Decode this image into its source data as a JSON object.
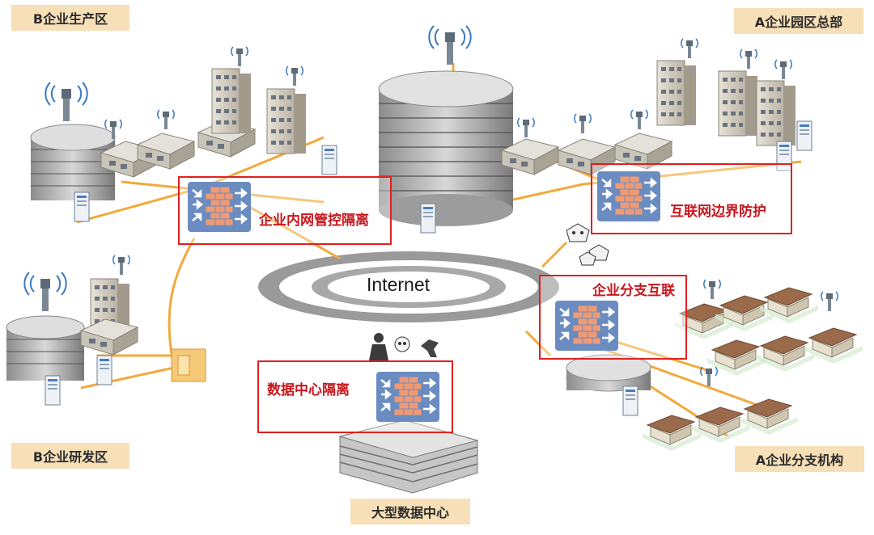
{
  "zones": {
    "b_production": "B企业生产区",
    "a_headquarters": "A企业园区总部",
    "b_rnd": "B企业研发区",
    "a_branch": "A企业分支机构",
    "datacenter": "大型数据中心"
  },
  "firewalls": {
    "intranet": "企业内网管控隔离",
    "internet_border": "互联网边界防护",
    "branch": "企业分支互联",
    "datacenter": "数据中心隔离"
  },
  "center": {
    "label": "Internet"
  },
  "colors": {
    "link": "#f2a93b",
    "firewall_bg": "#1d4f9e",
    "brick": "#e8642a",
    "highlight": "#e02020",
    "label_bg": "#f7dfb8"
  },
  "icons": [
    "firewall-icon",
    "antenna-tower-icon",
    "building-icon",
    "server-icon",
    "hacker-icon",
    "skull-icon",
    "house-icon"
  ]
}
